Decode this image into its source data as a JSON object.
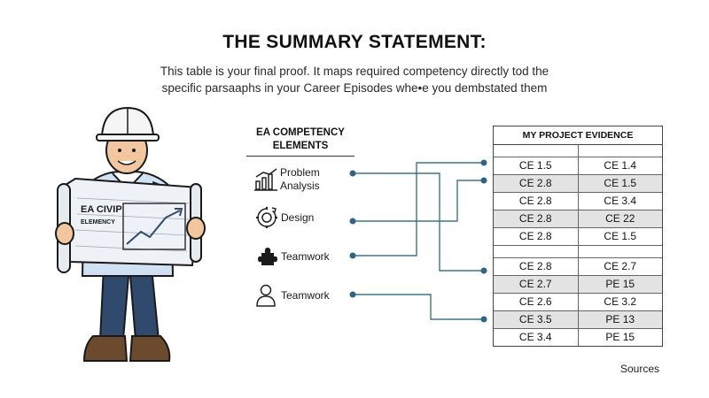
{
  "title": "THE SUMMARY STATEMENT:",
  "subtitle": [
    "This table is your final proof. It maps required competency directly tod the",
    "specific parsaaphs in your Career Episodes whe•e you dembstated them"
  ],
  "illustration": {
    "blueprint_text": [
      "EA CIVIP",
      "ELEMENCY"
    ]
  },
  "competency": {
    "header": [
      "EA COMPETENCY",
      "ELEMENTS"
    ],
    "items": [
      {
        "label": [
          "Problem",
          "Analysis"
        ],
        "icon": "bar-chart-icon"
      },
      {
        "label": [
          "Design"
        ],
        "icon": "gear-cycle-icon"
      },
      {
        "label": [
          "Teamwork"
        ],
        "icon": "puzzle-piece-icon"
      },
      {
        "label": [
          "Teamwork"
        ],
        "icon": "person-icon"
      }
    ]
  },
  "evidence": {
    "header": "MY PROJECT EVIDENCE",
    "rows": [
      [
        "CE 1.5",
        "CE 1.4"
      ],
      [
        "CE 2.8",
        "CE 1.5"
      ],
      [
        "CE 2.8",
        "CE 3.4"
      ],
      [
        "CE 2.8",
        "CE 22"
      ],
      [
        "CE 2.8",
        "CE 1.5"
      ],
      [
        "CE 2.8",
        "CE 2.7"
      ],
      [
        "CE 2.7",
        "PE 15"
      ],
      [
        "CE 2.6",
        "CE 3.2"
      ],
      [
        "CE 3.5",
        "PE 13"
      ],
      [
        "CE 3.4",
        "PE 15"
      ]
    ]
  },
  "colors": {
    "connector": "#3d7590",
    "shaded_row": "#e3e3e3"
  },
  "footer": {
    "sources": "Sources"
  }
}
